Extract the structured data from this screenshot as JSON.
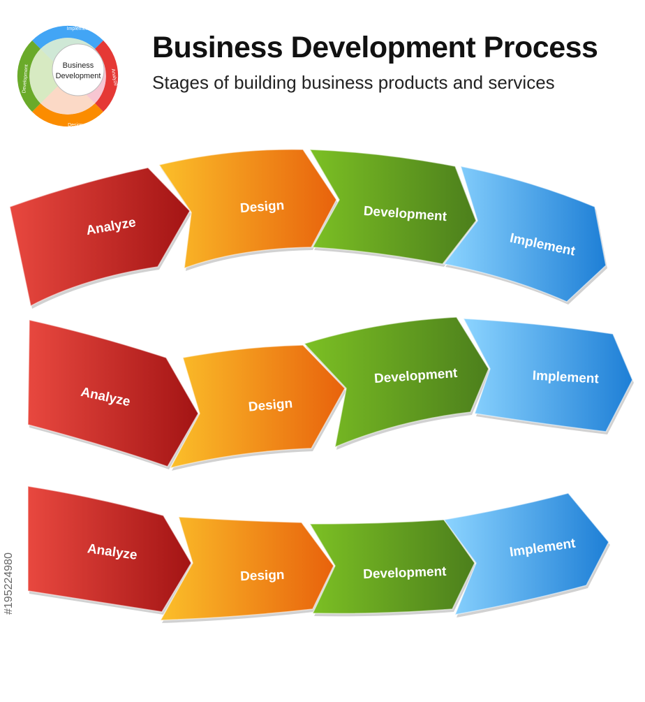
{
  "header": {
    "title": "Business Development Process",
    "subtitle": "Stages of building business products and services"
  },
  "wheel": {
    "center_label_line1": "Business",
    "center_label_line2": "Development",
    "segments": [
      {
        "label": "Implement",
        "color": "#42a5f5"
      },
      {
        "label": "Analyze",
        "color": "#e53935"
      },
      {
        "label": "Design",
        "color": "#fb8c00"
      },
      {
        "label": "Development",
        "color": "#6aaa2a"
      }
    ]
  },
  "stage_colors": {
    "analyze": [
      "#e8483f",
      "#a31414"
    ],
    "design": [
      "#fbbf2a",
      "#e8620c"
    ],
    "development": [
      "#7cc024",
      "#4c7f1c"
    ],
    "implement": [
      "#8cd4ff",
      "#1e7fd6"
    ]
  },
  "rows": [
    {
      "stages": [
        "Analyze",
        "Design",
        "Development",
        "Implement"
      ]
    },
    {
      "stages": [
        "Analyze",
        "Design",
        "Development",
        "Implement"
      ]
    },
    {
      "stages": [
        "Analyze",
        "Design",
        "Development",
        "Implement"
      ]
    }
  ],
  "side_id": "#195224980"
}
